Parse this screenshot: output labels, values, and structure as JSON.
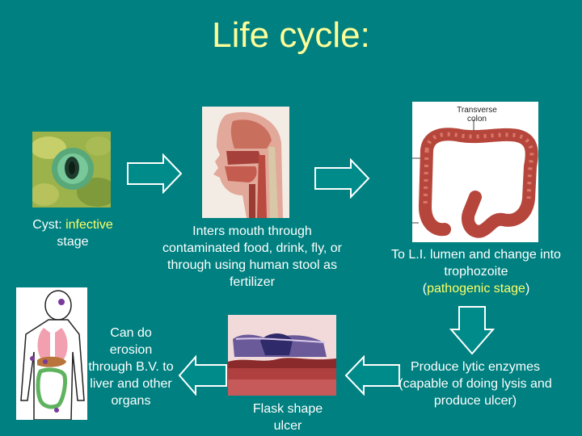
{
  "title": "Life cycle:",
  "steps": {
    "cyst": {
      "label_prefix": "Cyst: ",
      "label_highlight": "infective",
      "label_suffix": "stage"
    },
    "mouth": {
      "text": "Inters mouth through contaminated food, drink, fly, or through using human stool as fertilizer"
    },
    "colon": {
      "image_label_line1": "Transverse",
      "image_label_line2": "colon",
      "text_main": "To L.I. lumen and change into trophozoite",
      "text_paren_open": "(",
      "text_highlight": "pathogenic stage",
      "text_paren_close": ")"
    },
    "enzymes": {
      "text": "Produce lytic enzymes (capable of doing lysis and produce ulcer)"
    },
    "ulcer": {
      "text": "Flask shape ulcer"
    },
    "erosion": {
      "text": "Can do erosion through B.V. to liver and other organs"
    }
  },
  "colors": {
    "background": "#008080",
    "title": "#ffff99",
    "highlight": "#ffff66",
    "arrow_fill": "#008b8b",
    "arrow_stroke": "#ffffff"
  }
}
